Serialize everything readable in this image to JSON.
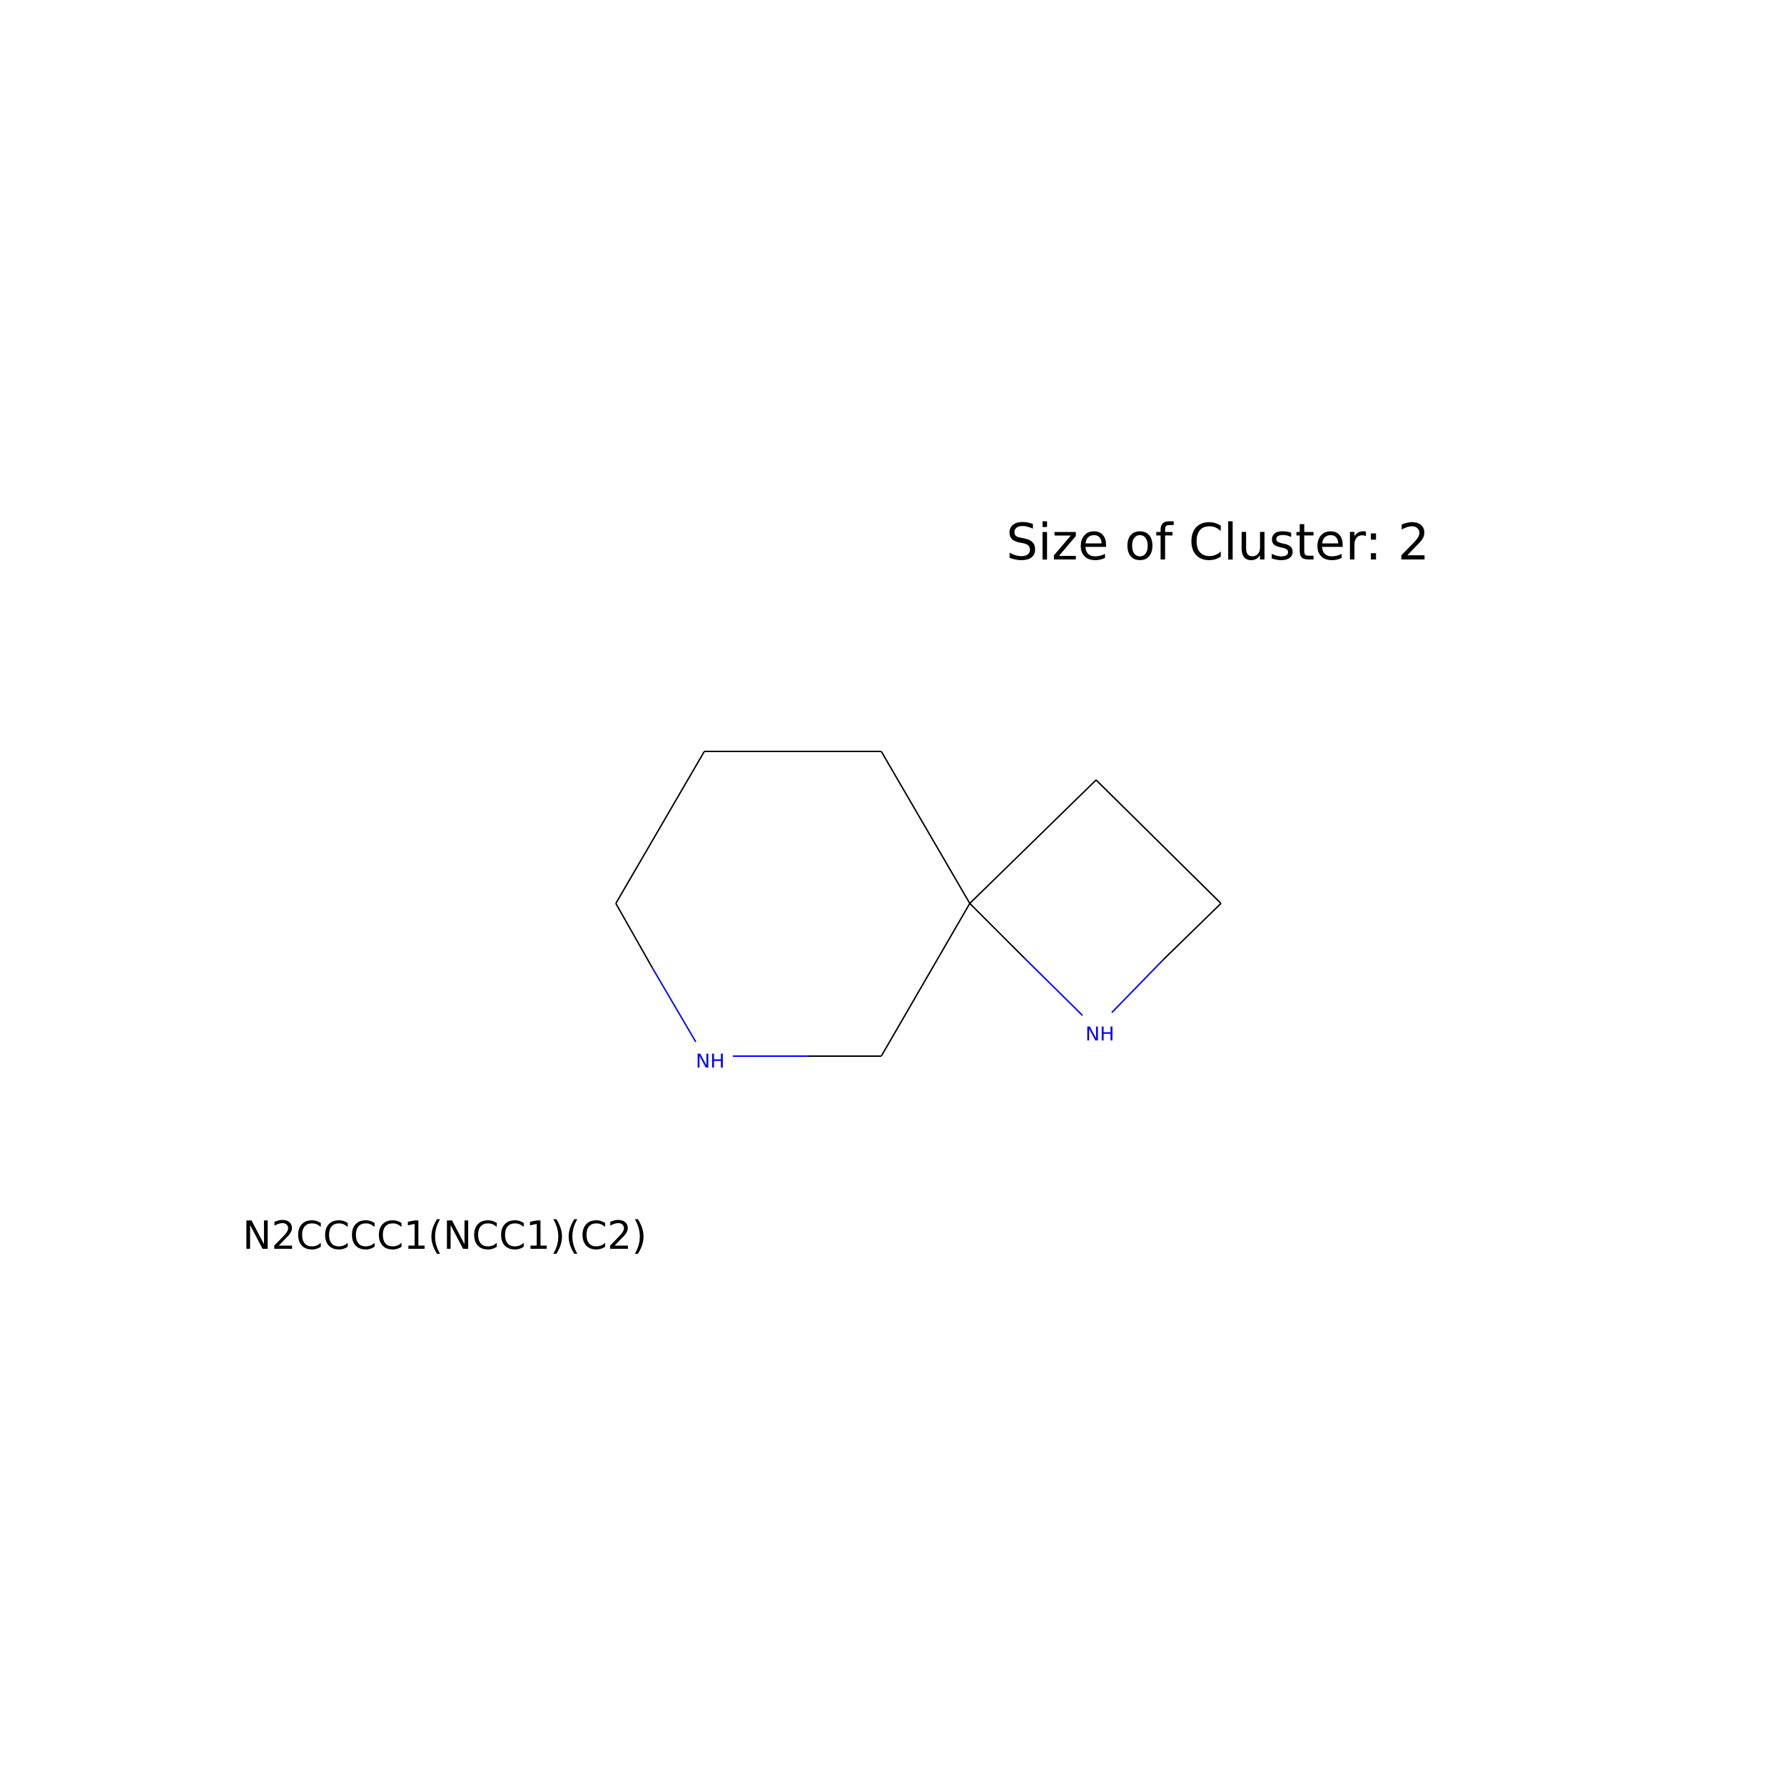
{
  "title": "Size of Cluster: 2",
  "smiles": "N2CCCC1(NCC1)(C2)",
  "molecule": {
    "atom_labels": {
      "n_ring6": "NH",
      "n_ring4": "NH"
    },
    "colors": {
      "bond": "#000000",
      "nitrogen": "#0000ff"
    }
  }
}
